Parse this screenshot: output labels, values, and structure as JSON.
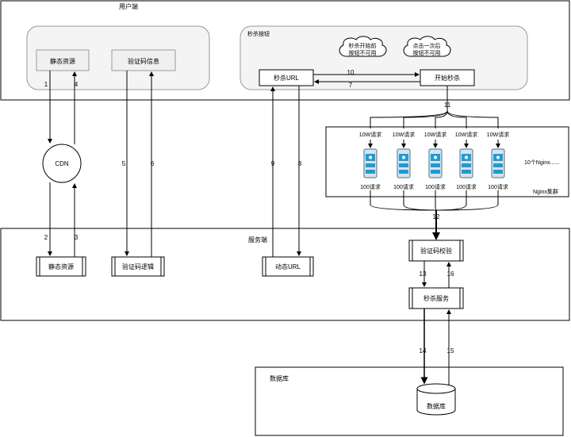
{
  "sections": {
    "user_side": "用户端",
    "seckill_button": "秒杀按钮",
    "server_side": "服务端",
    "database": "数据库",
    "nginx_cluster": "Nginx集群"
  },
  "nodes": {
    "static_resource_client": "静态资源",
    "captcha_info": "验证码信息",
    "seckill_url": "秒杀URL",
    "start_seckill": "开始秒杀",
    "cdn": "CDN",
    "static_resource_server": "静态资源",
    "captcha_logic": "验证码逻辑",
    "dynamic_url": "动态URL",
    "captcha_verify": "验证码校验",
    "seckill_service": "秒杀服务",
    "db_cylinder": "数据库"
  },
  "clouds": {
    "before_start": [
      "秒杀开始前",
      "按钮不可用"
    ],
    "after_click": [
      "点击一次后",
      "按钮不可用"
    ]
  },
  "nginx": {
    "top_label": "10W请求",
    "bottom_label": "100请求",
    "count_label": "10个Nginx......"
  },
  "edges": [
    "1",
    "2",
    "3",
    "4",
    "5",
    "6",
    "7",
    "8",
    "9",
    "10",
    "11",
    "12",
    "13",
    "14",
    "15",
    "16"
  ],
  "colors": {
    "server_fill": "#d8e4ec",
    "server_stroke": "#4a6f8a",
    "server_accent": "#1e9bd7",
    "panel_fill": "#f4f4f4",
    "panel_stroke": "#9a9a9a"
  }
}
